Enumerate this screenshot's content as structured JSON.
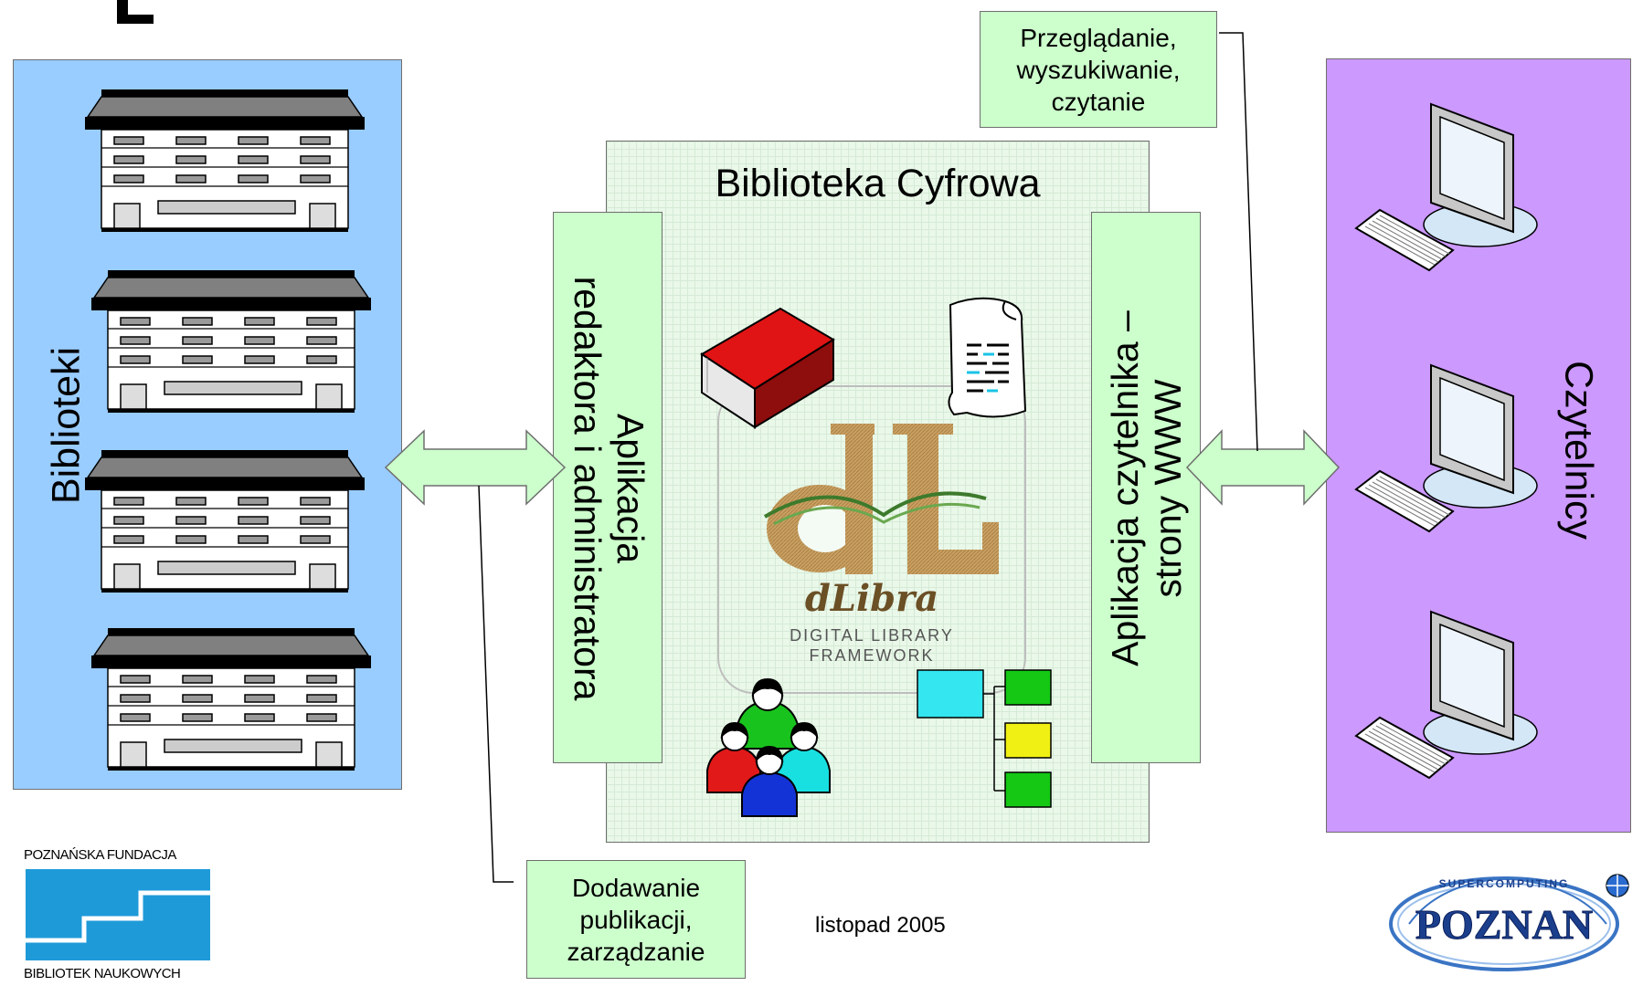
{
  "panels": {
    "libraries_label": "Biblioteki",
    "readers_label": "Czytelnicy",
    "digital_library_title": "Biblioteka Cyfrowa"
  },
  "apps": {
    "editor_app": [
      "Aplikacja",
      "redaktora i administratora"
    ],
    "reader_app": [
      "Aplikacja czytelnika –",
      "strony WWW"
    ]
  },
  "callouts": {
    "browse": [
      "Przeglądanie,",
      "wyszukiwanie,",
      "czytanie"
    ],
    "add": [
      "Dodawanie",
      "publikacji,",
      "zarządzanie"
    ]
  },
  "dlibra_logo": {
    "wordmark": "dLibra",
    "tagline_1": "DIGITAL LIBRARY",
    "tagline_2": "FRAMEWORK"
  },
  "footer": {
    "date": "listopad 2005",
    "foundation_top": "POZNAŃSKA FUNDACJA",
    "foundation_bottom": "BIBLIOTEK NAUKOWYCH",
    "poznan_logo": "POZNAN",
    "poznan_arc": "SUPERCOMPUTING"
  },
  "colors": {
    "libraries_bg": "#99ccff",
    "readers_bg": "#cc99ff",
    "digital_bg": "#e9f8e9",
    "app_bg": "#ccffcc",
    "book_red": "#e01414",
    "logo_brown": "#c8a060"
  }
}
